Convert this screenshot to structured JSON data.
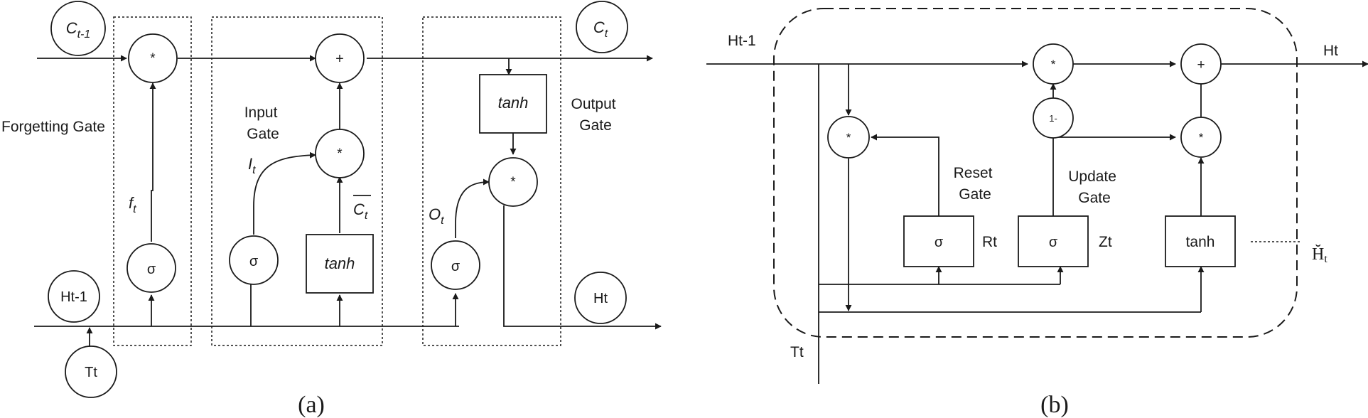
{
  "lstm": {
    "caption": "(a)",
    "c_prev": {
      "main": "C",
      "sub": "t-1"
    },
    "c_t": {
      "main": "C",
      "sub": "t"
    },
    "h_prev": "Ht-1",
    "t_in": "Tt",
    "h_out": "Ht",
    "forget_gate_label": "Forgetting Gate",
    "input_gate_label": [
      "Input",
      "Gate"
    ],
    "output_gate_label": [
      "Output",
      "Gate"
    ],
    "f_t": {
      "main": "f",
      "sub": "t"
    },
    "i_t": {
      "main": "I",
      "sub": "t"
    },
    "o_t": {
      "main": "O",
      "sub": "t"
    },
    "c_bar": {
      "main": "C",
      "sub": "t"
    },
    "sigma": "σ",
    "tanh": "tanh",
    "multiply": "*",
    "add": "+"
  },
  "gru": {
    "caption": "(b)",
    "h_prev": "Ht-1",
    "h_out": "Ht",
    "t_in": "Tt",
    "reset_gate_label": [
      "Reset",
      "Gate"
    ],
    "update_gate_label": [
      "Update",
      "Gate"
    ],
    "rt": "Rt",
    "zt": "Zt",
    "h_tilde": "H̆",
    "h_tilde_sub": "t",
    "sigma": "σ",
    "tanh": "tanh",
    "multiply": "*",
    "add": "+",
    "one_minus": "1-"
  }
}
